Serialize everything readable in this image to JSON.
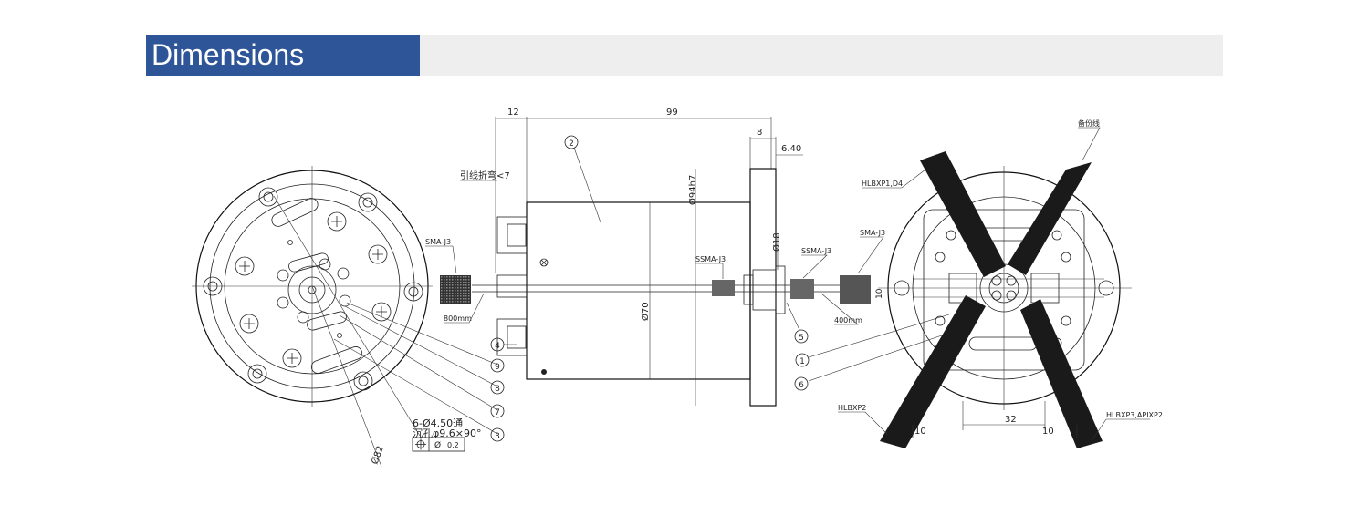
{
  "header": {
    "title": "Dimensions"
  },
  "drawing": {
    "dims": {
      "d12": "12",
      "d99": "99",
      "d8": "8",
      "d640": "6.40",
      "d94": "Ø94h7",
      "d18": "Ø18",
      "d70": "Ø70",
      "d82": "Ø82",
      "d32": "32",
      "d10a": "10",
      "d10b": "10",
      "d10c": "10"
    },
    "labels": {
      "lead_bend": "引线折弯<7",
      "sma_left": "SMA-J3",
      "sma_right": "SMA-J3",
      "ssma_left": "SSMA-J3",
      "ssma_right": "SSMA-J3",
      "len_800": "800mm",
      "len_400": "400mm",
      "holes": "6-Ø4.50通",
      "counterbore": "沉孔φ9.6×90°",
      "tol": "0.2",
      "hlbxp1": "HLBXP1,D4",
      "hlbxp2": "HLBXP2",
      "hlbxp3": "HLBXP3,APIXP2",
      "spare": "备份线"
    },
    "callouts": [
      "1",
      "2",
      "3",
      "4",
      "5",
      "6",
      "7",
      "8",
      "9"
    ]
  }
}
